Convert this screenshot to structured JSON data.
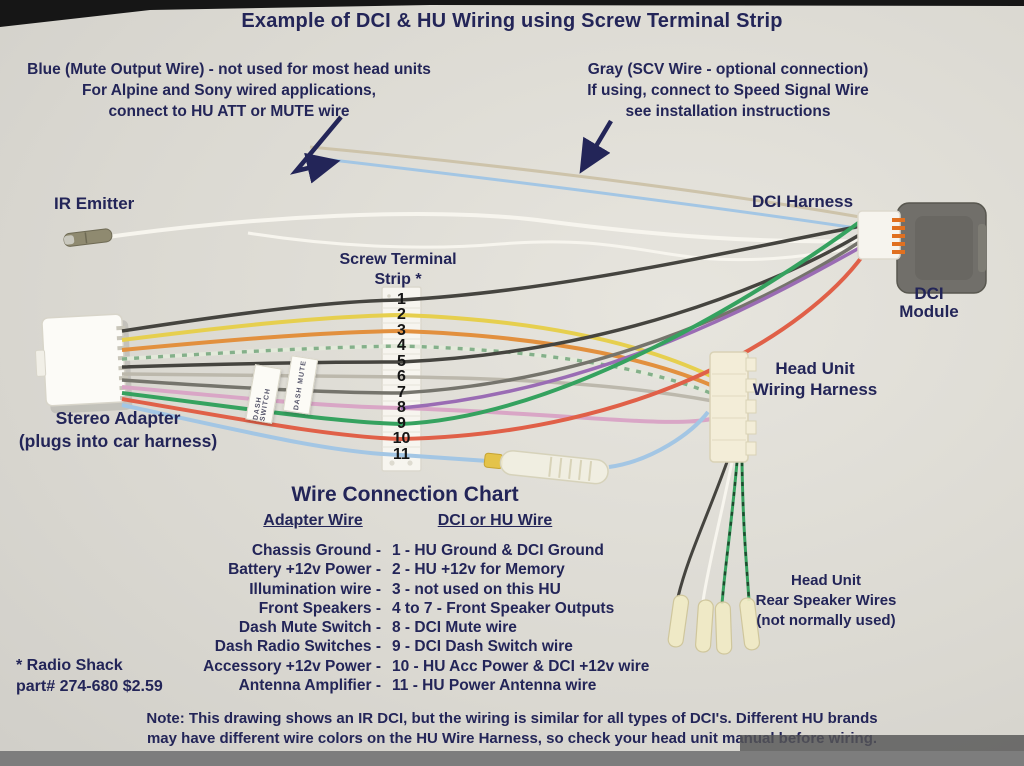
{
  "title": "Example of DCI & HU Wiring using Screw Terminal Strip",
  "annotations": {
    "blue": {
      "l1": "Blue (Mute Output Wire) - not used for most head units",
      "l2": "For Alpine and Sony wired applications,",
      "l3": "connect to HU ATT or MUTE wire"
    },
    "gray": {
      "l1": "Gray (SCV Wire - optional connection)",
      "l2": "If using, connect to Speed Signal Wire",
      "l3": "see installation instructions"
    }
  },
  "labels": {
    "ir_emitter": "IR Emitter",
    "dci_harness": "DCI Harness",
    "dci_module_l1": "DCI",
    "dci_module_l2": "Module",
    "screw_strip_l1": "Screw Terminal",
    "screw_strip_l2": "Strip *",
    "hu_harness_l1": "Head Unit",
    "hu_harness_l2": "Wiring Harness",
    "stereo_adapter_l1": "Stereo Adapter",
    "stereo_adapter_l2": "(plugs into car harness)",
    "rear_l1": "Head Unit",
    "rear_l2": "Rear Speaker Wires",
    "rear_l3": "(not normally used)",
    "radio_shack_l1": "* Radio Shack",
    "radio_shack_l2": "part# 274-680 $2.59"
  },
  "tags": {
    "dash_switch": "DASH SWITCH",
    "dash_mute": "DASH MUTE"
  },
  "terminal_strip": {
    "slots": [
      "1",
      "2",
      "3",
      "4",
      "5",
      "6",
      "7",
      "8",
      "9",
      "10",
      "11"
    ]
  },
  "chart": {
    "title": "Wire Connection Chart",
    "col1_header": "Adapter Wire",
    "col2_header": "DCI or HU Wire",
    "rows": [
      {
        "adapter": "Chassis Ground -",
        "dci": "1 - HU Ground & DCI Ground"
      },
      {
        "adapter": "Battery +12v Power -",
        "dci": "2 - HU +12v for Memory"
      },
      {
        "adapter": "Illumination wire -",
        "dci": "3 - not used on this HU"
      },
      {
        "adapter": "Front Speakers -",
        "dci": "4 to 7 - Front Speaker Outputs"
      },
      {
        "adapter": "Dash Mute Switch -",
        "dci": "8 - DCI Mute wire"
      },
      {
        "adapter": "Dash Radio Switches -",
        "dci": "9 - DCI Dash Switch wire"
      },
      {
        "adapter": "Accessory +12v Power -",
        "dci": "10 - HU Acc Power & DCI +12v wire"
      },
      {
        "adapter": "Antenna Amplifier -",
        "dci": "11 - HU Power Antenna wire"
      }
    ]
  },
  "note": {
    "l1": "Note: This drawing shows an IR DCI, but the wiring is similar for all types of DCI's.  Different HU brands",
    "l2": "may have different wire colors on the HU Wire Harness, so check your head unit manual before wiring."
  },
  "colors": {
    "text_navy": "#232558",
    "wire_black": "#45443f",
    "wire_dark_gray": "#75746c",
    "wire_yellow": "#e6cf4e",
    "wire_orange": "#e2903e",
    "wire_white": "#f7f5ee",
    "wire_gray": "#bcb8ac",
    "wire_tan": "#cdc3aa",
    "wire_blue": "#a3c6e4",
    "wire_pink": "#d9a6c6",
    "wire_purple": "#9a6cb4",
    "wire_green": "#35a25f",
    "wire_red": "#e06048",
    "wire_stripe_base": "#e3e9da",
    "wire_stripe_green": "#84b08a",
    "wire_green_dark": "#1e4a2e"
  }
}
